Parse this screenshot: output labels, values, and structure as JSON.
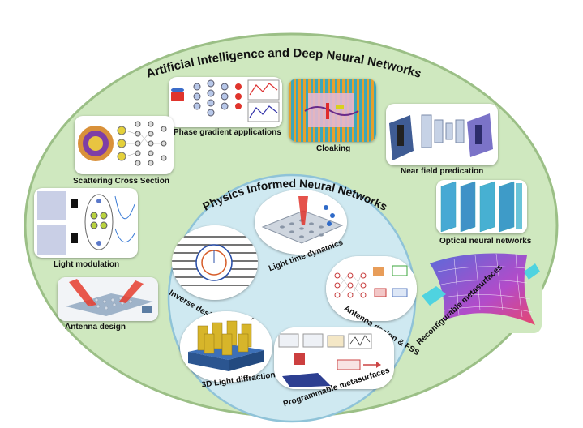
{
  "outer_title": "Artificial Intelligence and Deep Neural Networks",
  "inner_title": "Physics Informed Neural Networks",
  "outer_items": [
    {
      "label": "Phase gradient applications"
    },
    {
      "label": "Cloaking"
    },
    {
      "label": "Near field predication"
    },
    {
      "label": "Scattering Cross Section"
    },
    {
      "label": "Light modulation"
    },
    {
      "label": "Optical neural networks"
    },
    {
      "label": "Antenna design"
    },
    {
      "label": "Reconfigurable metasurfaces"
    }
  ],
  "inner_items": [
    {
      "label": "Light time dynamics"
    },
    {
      "label": "Inverse design & cloaking"
    },
    {
      "label": "Antenna design & FSS"
    },
    {
      "label": "3D Light diffraction"
    },
    {
      "label": "Programmable metasurfaces"
    }
  ],
  "colors": {
    "outer_fill": "#cfe8bf",
    "outer_stroke": "#9bbf86",
    "inner_fill": "#cfe9f1",
    "inner_stroke": "#8fc3d8"
  }
}
